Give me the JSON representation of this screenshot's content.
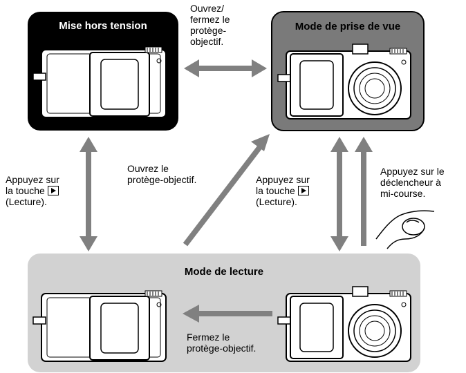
{
  "states": {
    "off": {
      "title": "Mise hors tension"
    },
    "shoot": {
      "title": "Mode de prise de vue"
    },
    "play": {
      "title": "Mode de lecture"
    }
  },
  "labels": {
    "toggle_cover": "Ouvrez/\nfermez le\nprotège-\nobjectif.",
    "open_cover": "Ouvrez le\nprotège-objectif.",
    "playback_left_a": "Appuyez sur\nla touche",
    "playback_left_b": "(Lecture).",
    "playback_right_a": "Appuyez sur\nla touche",
    "playback_right_b": "(Lecture).",
    "half_press": "Appuyez sur le\ndéclencheur à\nmi-course.",
    "close_cover": "Fermez le\nprotège-objectif."
  },
  "icons": [
    "play-button-icon",
    "camera-closed-icon",
    "camera-open-icon",
    "finger-press-icon"
  ],
  "colors": {
    "off_box": "#000000",
    "shoot_box": "#7a7a7a",
    "play_box": "#d2d2d2",
    "arrow": "#808080"
  }
}
